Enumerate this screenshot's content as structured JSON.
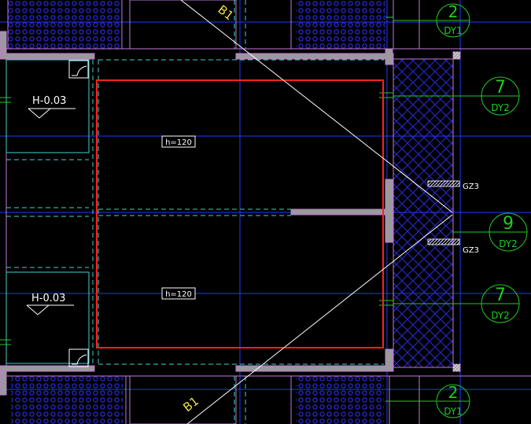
{
  "drawing": {
    "background": "#000000",
    "colors": {
      "wall": "#9a9a9a",
      "wall_outline": "#c07ad8",
      "slab_outline": "#ff2020",
      "beam_dash": "#3fd0d0",
      "axis_line": "#1a3cff",
      "grid_label": "#22cc22",
      "diagonal": "#ffffff",
      "text": "#ffffff",
      "beam_label": "#f0e040",
      "hatch_circles": "#3030ff",
      "hatch_cross": "#2a2ad8"
    },
    "slab_labels": [
      {
        "text": "h=120"
      },
      {
        "text": "h=120"
      }
    ],
    "level_marks": [
      {
        "text": "H-0.03"
      },
      {
        "text": "H-0.03"
      }
    ],
    "beam_labels": [
      {
        "text": "B1"
      },
      {
        "text": "B1"
      }
    ],
    "column_tags": [
      {
        "text": "GZ3"
      },
      {
        "text": "GZ3"
      }
    ],
    "grid_bubbles": [
      {
        "number": "2",
        "code": "DY1"
      },
      {
        "number": "7",
        "code": "DY2"
      },
      {
        "number": "9",
        "code": "DY2"
      },
      {
        "number": "7",
        "code": "DY2"
      },
      {
        "number": "2",
        "code": "DY1"
      }
    ]
  }
}
